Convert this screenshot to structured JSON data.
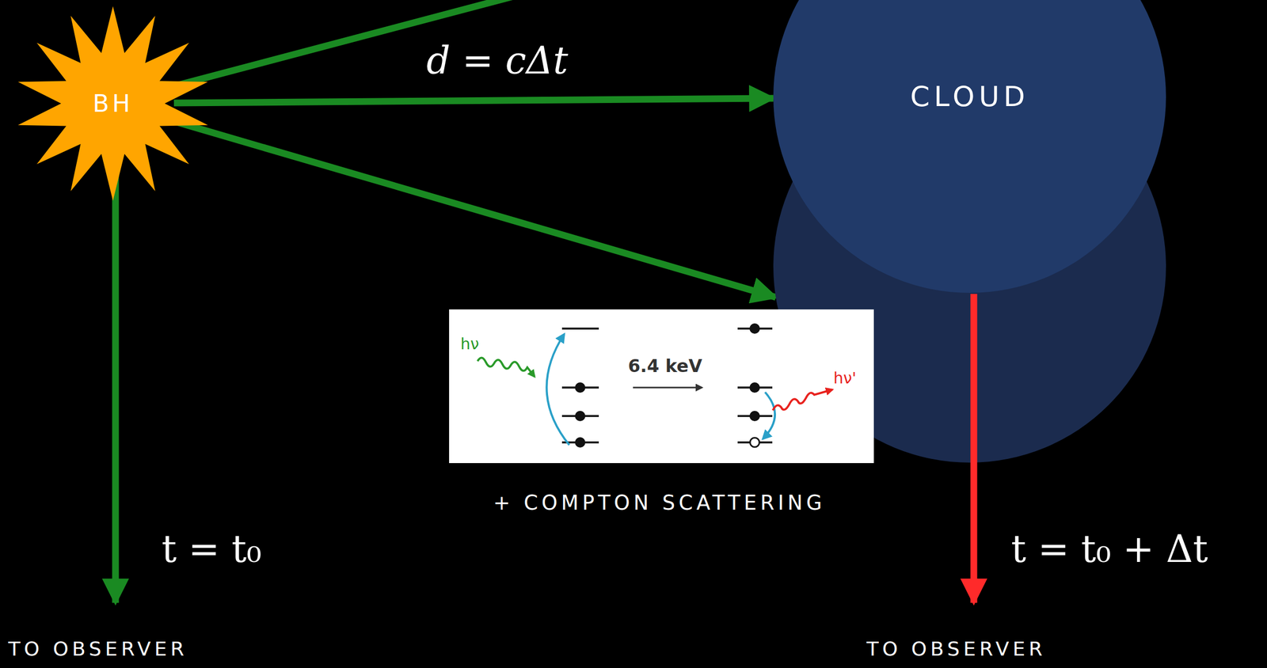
{
  "diagram": {
    "nodes": [
      {
        "text": [
          "BH"
        ]
      },
      {
        "text": [
          "CLOUD"
        ]
      },
      {
        "text": [
          "hν",
          "6.4 keV",
          "hν'"
        ]
      }
    ],
    "edges": [
      {
        "from": 0,
        "to": 1,
        "arrow": "to",
        "label": "d = cΔt"
      },
      {
        "from": 0,
        "to": 1,
        "arrow": "to"
      }
    ],
    "labels": [
      "t = t₀",
      "t = t₀ + Δt",
      "+ COMPTON SCATTERING",
      "TO OBSERVER",
      "TO OBSERVER"
    ]
  }
}
